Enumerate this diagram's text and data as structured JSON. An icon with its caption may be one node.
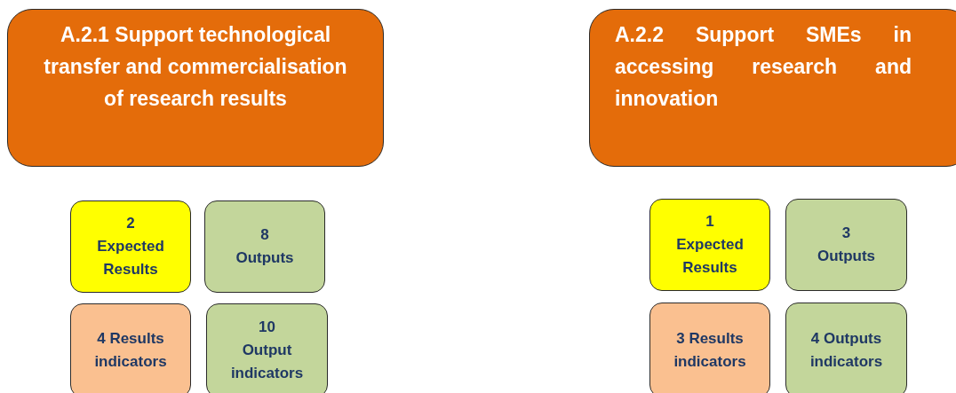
{
  "diagram": {
    "nodes": [
      {
        "text": [
          "A.2.1 Support technological transfer and commercialisation of research results"
        ]
      },
      {
        "text": [
          "A.2.2 Support SMEs in accessing research and innovation"
        ]
      },
      {
        "text": [
          "2",
          "Expected Results"
        ]
      },
      {
        "text": [
          "8",
          "Outputs"
        ]
      },
      {
        "text": [
          "4 Results indicators"
        ]
      },
      {
        "text": [
          "10",
          "Output indicators"
        ]
      },
      {
        "text": [
          "1",
          "Expected Results"
        ]
      },
      {
        "text": [
          "3",
          "Outputs"
        ]
      },
      {
        "text": [
          "3 Results indicators"
        ]
      },
      {
        "text": [
          "4 Outputs indicators"
        ]
      }
    ]
  }
}
